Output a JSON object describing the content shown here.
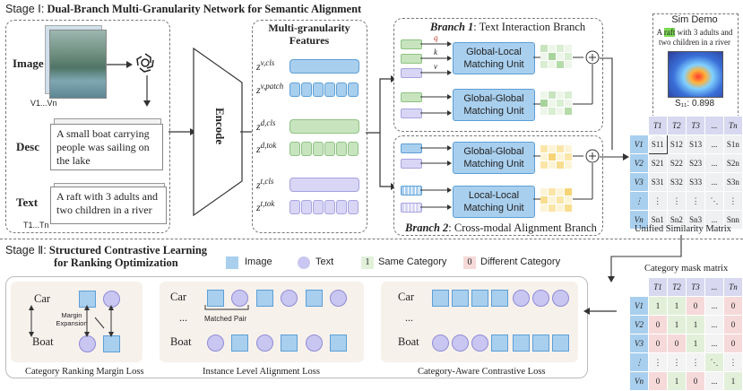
{
  "stage1": {
    "title_prefix": "Stage Ⅰ:",
    "title": "Dual-Branch Multi-Granularity Network for Semantic Alignment"
  },
  "stage2": {
    "title_prefix": "Stage Ⅱ:",
    "title_line1": "Structured Contrastive Learning",
    "title_line2": "for Ranking Optimization"
  },
  "inputs": {
    "image_label": "Image",
    "image_sub": "V1...Vn",
    "desc_label": "Desc",
    "desc_text": "A small boat carrying people was sailing on the lake",
    "text_label": "Text",
    "text_text": "A raft with 3 adults and two children in a river",
    "text_sub": "T1...Tn"
  },
  "encode_label": "Encode",
  "features": {
    "title": "Multi-granularity Features",
    "labels": [
      "z",
      "z",
      "z",
      "z",
      "z",
      "z"
    ],
    "sups": [
      "v,cls",
      "v,patch",
      "d,cls",
      "d,tok",
      "t,cls",
      "t,tok"
    ]
  },
  "branch1": {
    "title_bold": "Branch 1",
    "title_rest": ": Text Interaction Branch",
    "unit1": "Global-Local Matching Unit",
    "unit2": "Global-Global Matching Unit",
    "q": "q",
    "k": "k",
    "v": "v"
  },
  "branch2": {
    "title_bold": "Branch 2",
    "title_rest": ": Cross-modal Alignment Branch",
    "unit1": "Global-Global Matching Unit",
    "unit2": "Local-Local Matching Unit"
  },
  "sim_demo": {
    "title": "Sim Demo",
    "caption_pre": "A ",
    "caption_highlight": "raft",
    "caption_post": " with 3 adults and two children in a river",
    "score": "S₁₁: 0.898"
  },
  "unified": {
    "title": "Unified Similarity Matrix",
    "cols": [
      "T1",
      "T2",
      "T3",
      "...",
      "Tn"
    ],
    "rows": [
      "V1",
      "V2",
      "V3",
      "⋮",
      "Vn"
    ],
    "cells": [
      [
        "S11",
        "S12",
        "S13",
        "...",
        "S1n"
      ],
      [
        "S21",
        "S22",
        "S23",
        "...",
        "S2n"
      ],
      [
        "S31",
        "S32",
        "S33",
        "...",
        "S3n"
      ],
      [
        "⋮",
        "⋮",
        "⋮",
        "⋱",
        "⋮"
      ],
      [
        "Sn1",
        "Sn2",
        "Sn3",
        "...",
        "Snn"
      ]
    ]
  },
  "legend": {
    "image": "Image",
    "text": "Text",
    "same_num": "1",
    "same": "Same Category",
    "diff_num": "0",
    "diff": "Different Category"
  },
  "mask": {
    "title": "Category mask matrix",
    "cols": [
      "T1",
      "T2",
      "T3",
      "...",
      "Tn"
    ],
    "rows": [
      "V1",
      "V2",
      "V3",
      "⋮",
      "Vn"
    ],
    "cells": [
      [
        "1",
        "1",
        "0",
        "...",
        "0"
      ],
      [
        "0",
        "1",
        "1",
        "...",
        "0"
      ],
      [
        "0",
        "0",
        "1",
        "...",
        "0"
      ],
      [
        "⋮",
        "⋮",
        "⋮",
        "⋱",
        "⋮"
      ],
      [
        "0",
        "1",
        "0",
        "...",
        "1"
      ]
    ]
  },
  "losses": {
    "margin": {
      "car": "Car",
      "boat": "Boat",
      "note": "Margin Expansion",
      "caption": "Category Ranking Margin Loss"
    },
    "instance": {
      "car": "Car",
      "boat": "Boat",
      "dots": "...",
      "pair": "Matched Pair",
      "caption": "Instance Level Alignment Loss"
    },
    "category": {
      "car": "Car",
      "boat": "Boat",
      "dots": "...",
      "caption": "Category-Aware Contrastive  Loss"
    }
  }
}
